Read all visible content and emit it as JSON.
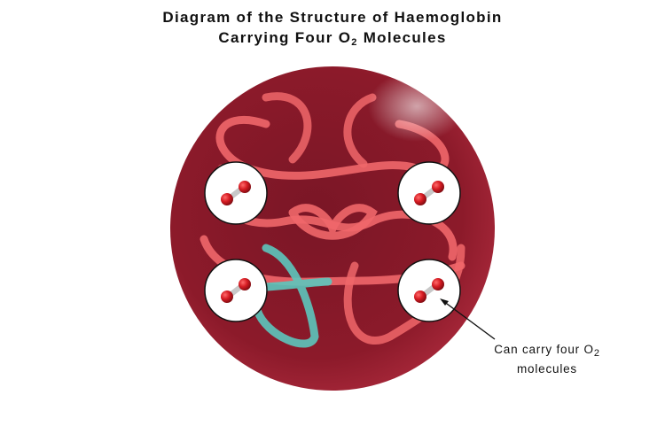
{
  "title": {
    "line1": "Diagram of the Structure of Haemoglobin",
    "line2_prefix": "Carrying Four O",
    "line2_sub": "2",
    "line2_suffix": " Molecules"
  },
  "annotation": {
    "prefix": "Can carry four O",
    "sub": "2",
    "suffix": "molecules"
  },
  "colors": {
    "sphere": "#8e1b2a",
    "chain_red": "#f0676a",
    "chain_teal": "#5cc7bd",
    "oxygen": "#d51b22",
    "bond": "#c8c8c8"
  }
}
